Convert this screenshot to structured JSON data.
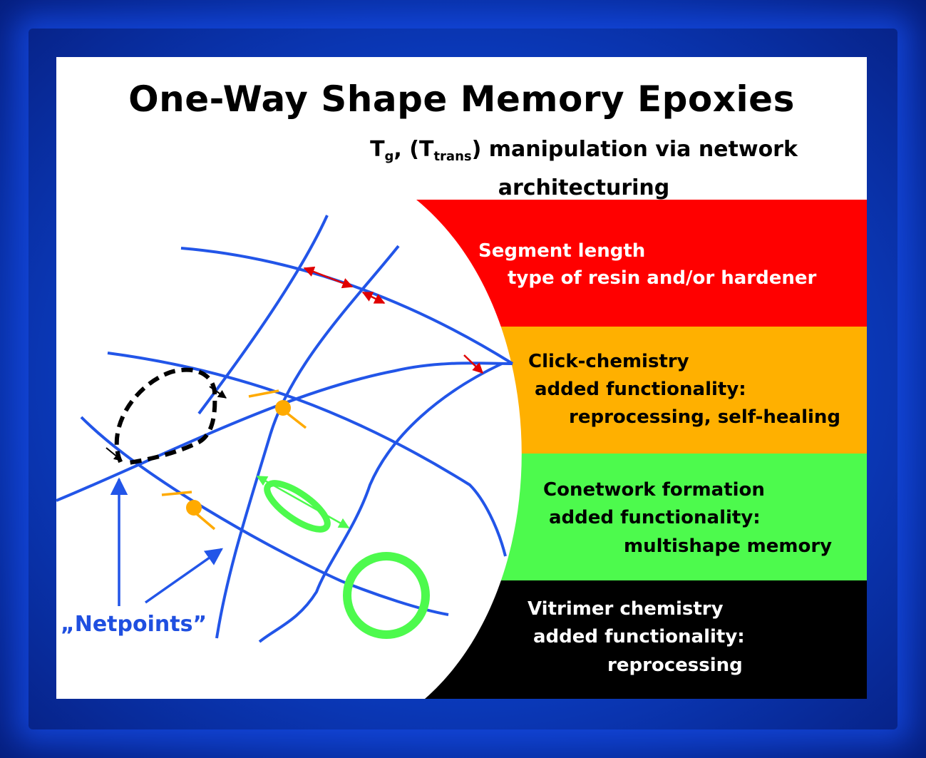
{
  "title": "One-Way Shape Memory Epoxies",
  "subtitle": {
    "t_g": "T",
    "g_sub": "g",
    "sep": ", (T",
    "trans_sub": "trans",
    "rest_line1": ") manipulation via network",
    "line2": "architecturing"
  },
  "bands": [
    {
      "color": "#ff0000",
      "lines": [
        "Segment length",
        "type of resin and/or hardener"
      ]
    },
    {
      "color": "#ffb000",
      "lines": [
        "Click-chemistry",
        "added functionality:",
        "reprocessing, self-healing"
      ]
    },
    {
      "color": "#4dfa4d",
      "lines": [
        "Conetwork formation",
        "added functionality:",
        "multishape memory"
      ]
    },
    {
      "color": "#000000",
      "lines": [
        "Vitrimer chemistry",
        "added functionality:",
        "reprocessing"
      ]
    }
  ],
  "label_netpoints": "„Netpoints”",
  "colors": {
    "network": "#2255e8",
    "loop": "#000000",
    "arrow_red": "#e00000",
    "pendant": "#ffaa00",
    "ring": "#4dfa4d"
  }
}
